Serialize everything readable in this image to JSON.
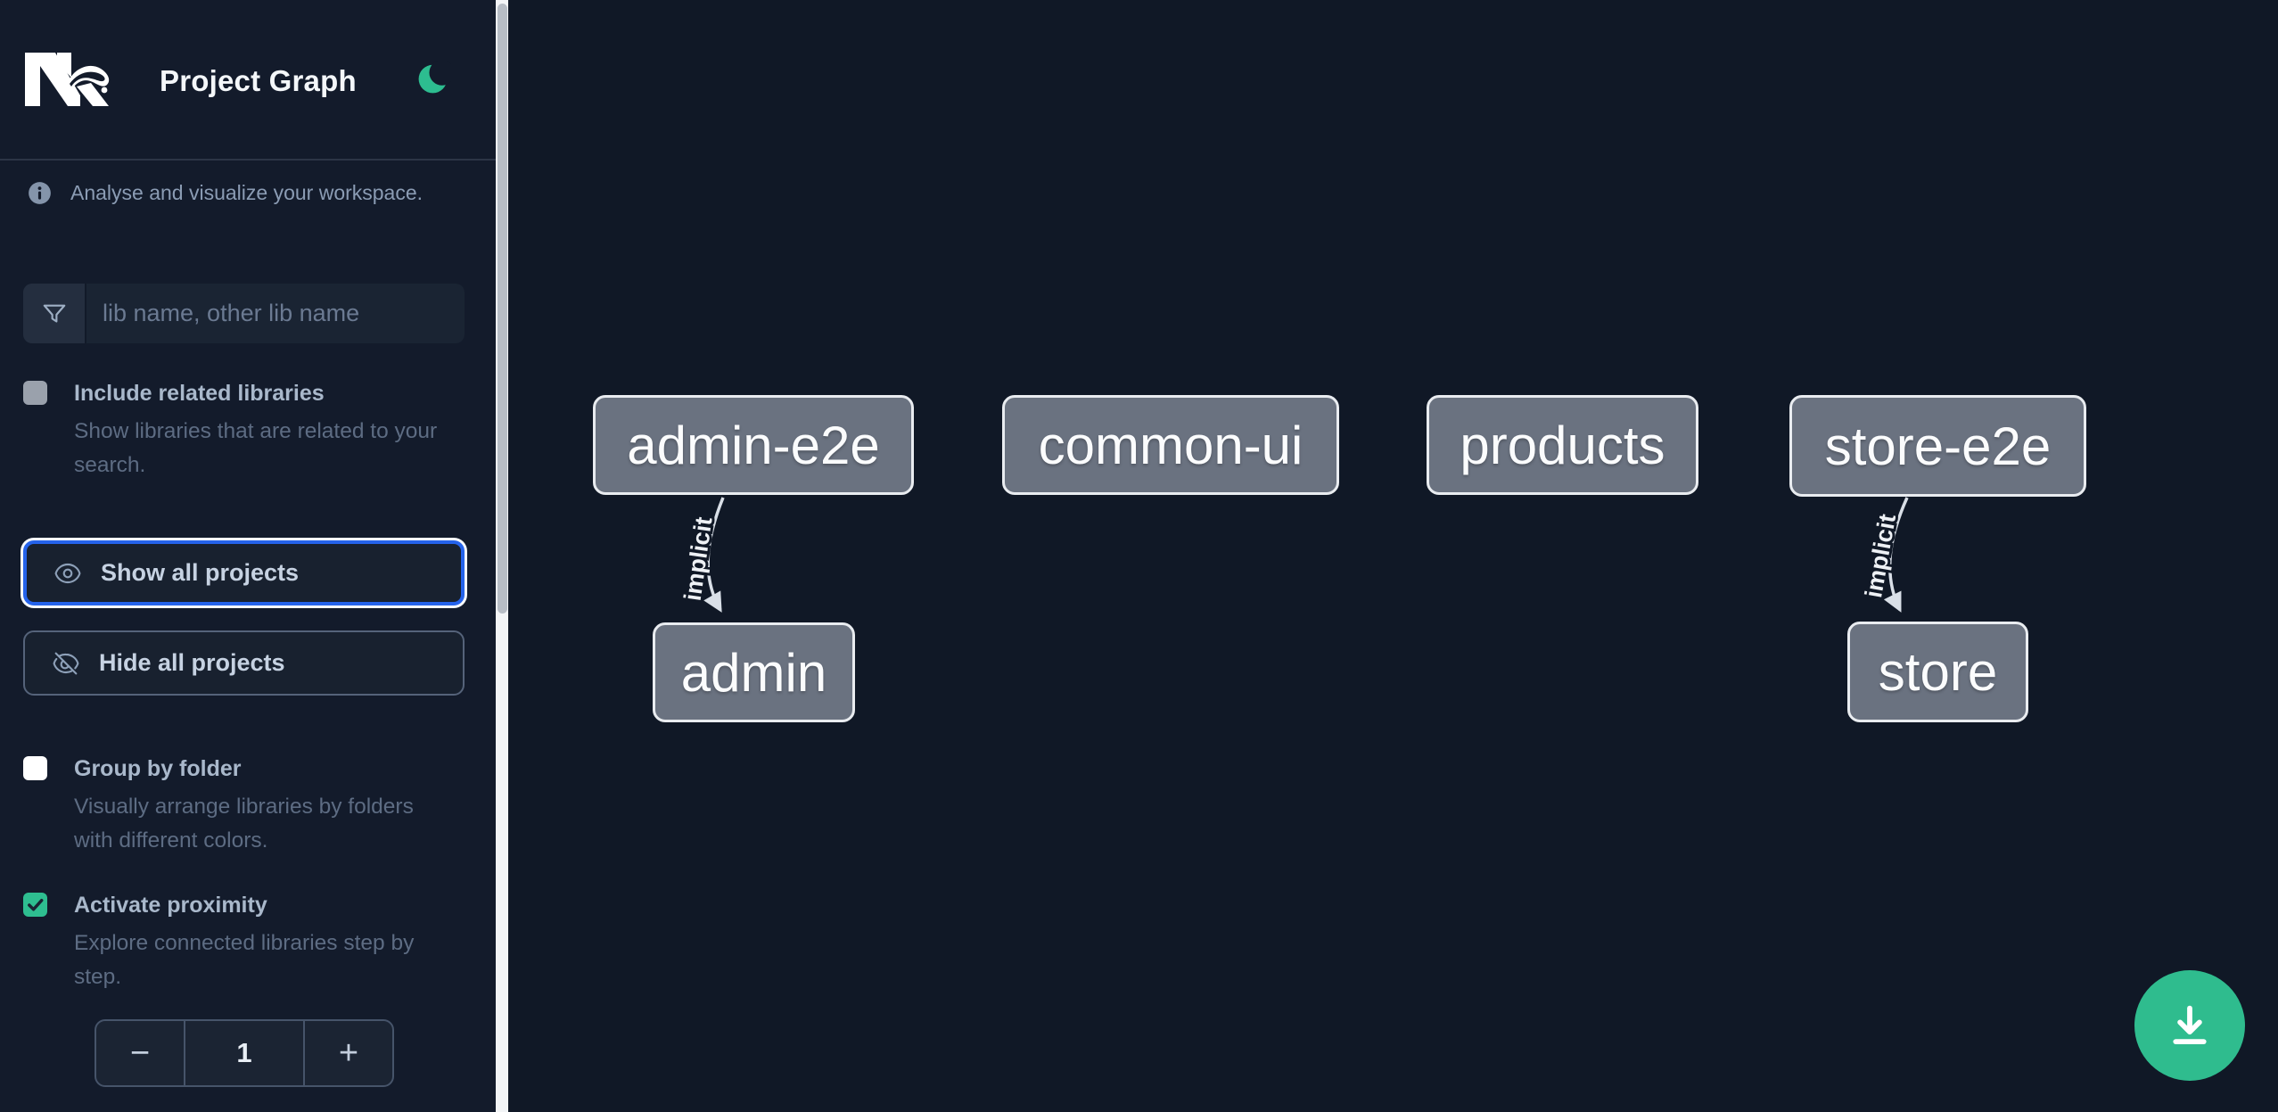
{
  "app": {
    "title": "Project Graph",
    "logo": "nx-logo",
    "theme_toggle_icon": "moon-icon"
  },
  "sidebar": {
    "info_text": "Analyse and visualize your workspace.",
    "search": {
      "placeholder": "lib name, other lib name",
      "icon": "funnel-icon",
      "value": ""
    },
    "toggles": [
      {
        "label": "Include related libraries",
        "description": "Show libraries that are related to your search.",
        "checked": false,
        "disabled": true
      },
      {
        "label": "Group by folder",
        "description": "Visually arrange libraries by folders with different colors.",
        "checked": false
      },
      {
        "label": "Activate proximity",
        "description": "Explore connected libraries step by step.",
        "checked": true
      }
    ],
    "buttons": [
      {
        "label": "Show all projects",
        "icon": "eye-icon",
        "focused": true
      },
      {
        "label": "Hide all projects",
        "icon": "eye-slash-icon",
        "focused": false
      }
    ],
    "stepper": {
      "decrement_label": "−",
      "value": "1",
      "increment_label": "+"
    }
  },
  "graph": {
    "nodes": [
      {
        "label": "admin-e2e"
      },
      {
        "label": "common-ui"
      },
      {
        "label": "products"
      },
      {
        "label": "store-e2e"
      },
      {
        "label": "admin"
      },
      {
        "label": "store"
      }
    ],
    "edges": [
      {
        "from": "admin-e2e",
        "to": "admin",
        "label": "implicit"
      },
      {
        "from": "store-e2e",
        "to": "store",
        "label": "implicit"
      }
    ]
  },
  "fab": {
    "icon": "download-icon"
  },
  "colors": {
    "background": "#101826",
    "sidebar_background": "#131b2b",
    "node_fill": "#6a7280",
    "node_border": "#e9ecf0",
    "edge": "#d9dfe7",
    "accent_green": "#2ebe90",
    "fab_green": "#2fbc8e",
    "focus_blue": "#2563eb"
  }
}
